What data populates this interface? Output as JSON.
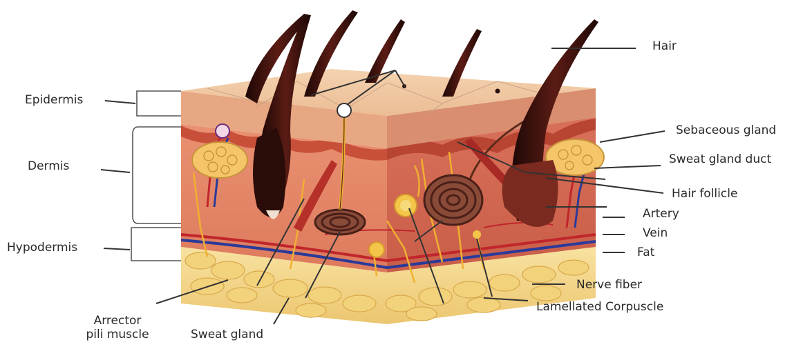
{
  "labels": {
    "epidermis": "Epidermis",
    "dermis": "Dermis",
    "hypodermis": "Hypodermis",
    "hair": "Hair",
    "sebaceous_gland": "Sebaceous gland",
    "sweat_gland_duct": "Sweat gland duct",
    "hair_follicle": "Hair follicle",
    "artery": "Artery",
    "vein": "Vein",
    "fat": "Fat",
    "nerve_fiber": "Nerve fiber",
    "lamellated_corpuscle": "Lamellated Corpuscle",
    "arrector_line1": "Arrector",
    "arrector_line2": "pili muscle",
    "sweat_gland": "Sweat gland"
  },
  "colors": {
    "epidermis_top": "#f0c7a0",
    "epidermis_front": "#e6a784",
    "dermis": "#e8896b",
    "dermis_dark": "#c8543c",
    "hypodermis_fat": "#f6d98c",
    "hair": "#3a1410",
    "artery": "#c0262b",
    "vein": "#2a3a9a",
    "nerve": "#f0b030",
    "leader": "#333333"
  }
}
